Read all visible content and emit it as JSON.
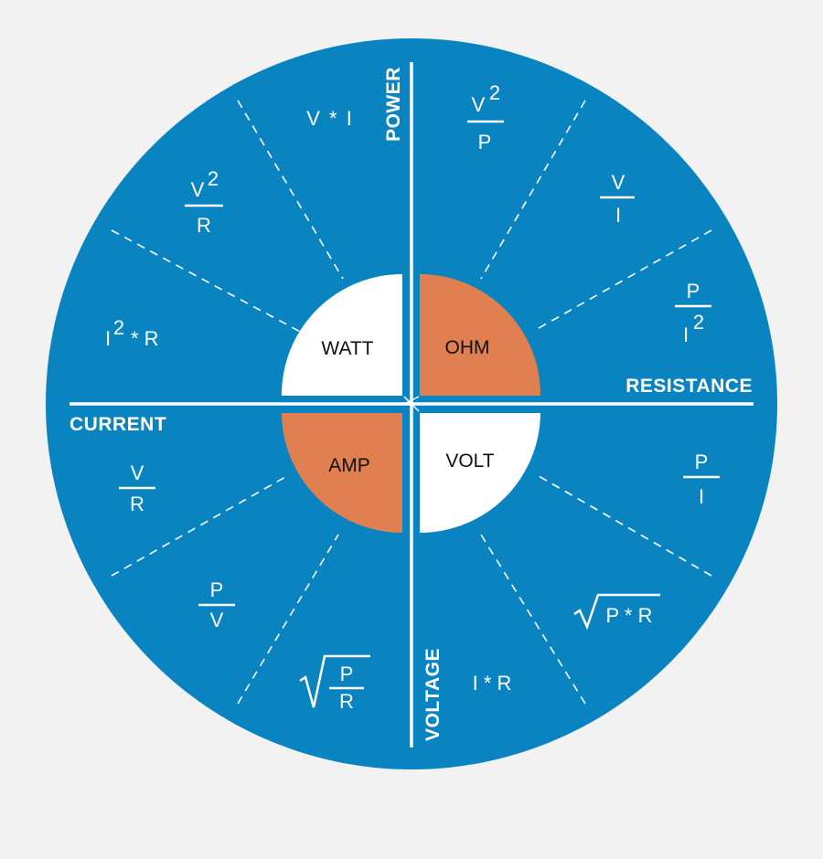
{
  "colors": {
    "background": "#f2f2f2",
    "circle": "#0a84c1",
    "accent": "#e07f4f",
    "white": "#ffffff",
    "quadrant_text": "#111111"
  },
  "axis_labels": {
    "power": "POWER",
    "resistance": "RESISTANCE",
    "current": "CURRENT",
    "voltage": "VOLTAGE"
  },
  "quadrants": {
    "watt": "WATT",
    "ohm": "OHM",
    "amp": "AMP",
    "volt": "VOLT"
  },
  "formulas": {
    "power_vi": {
      "left": "V",
      "op": "*",
      "right": "I"
    },
    "power_v2r": {
      "num": "V",
      "sup": "2",
      "den": "R"
    },
    "power_i2r": {
      "base": "I",
      "sup": "2",
      "rest": "* R"
    },
    "res_v2p": {
      "num": "V",
      "sup": "2",
      "den": "P"
    },
    "res_vi": {
      "num": "V",
      "den": "I"
    },
    "res_pi2": {
      "num": "P",
      "den": "I",
      "sup": "2"
    },
    "volt_pi": {
      "num": "P",
      "den": "I"
    },
    "volt_sqrt_pr": {
      "text": "P * R"
    },
    "volt_ir": {
      "text": "I * R"
    },
    "cur_vr": {
      "num": "V",
      "den": "R"
    },
    "cur_pv": {
      "num": "P",
      "den": "V"
    },
    "cur_sqrt_pr": {
      "num": "P",
      "den": "R"
    }
  }
}
